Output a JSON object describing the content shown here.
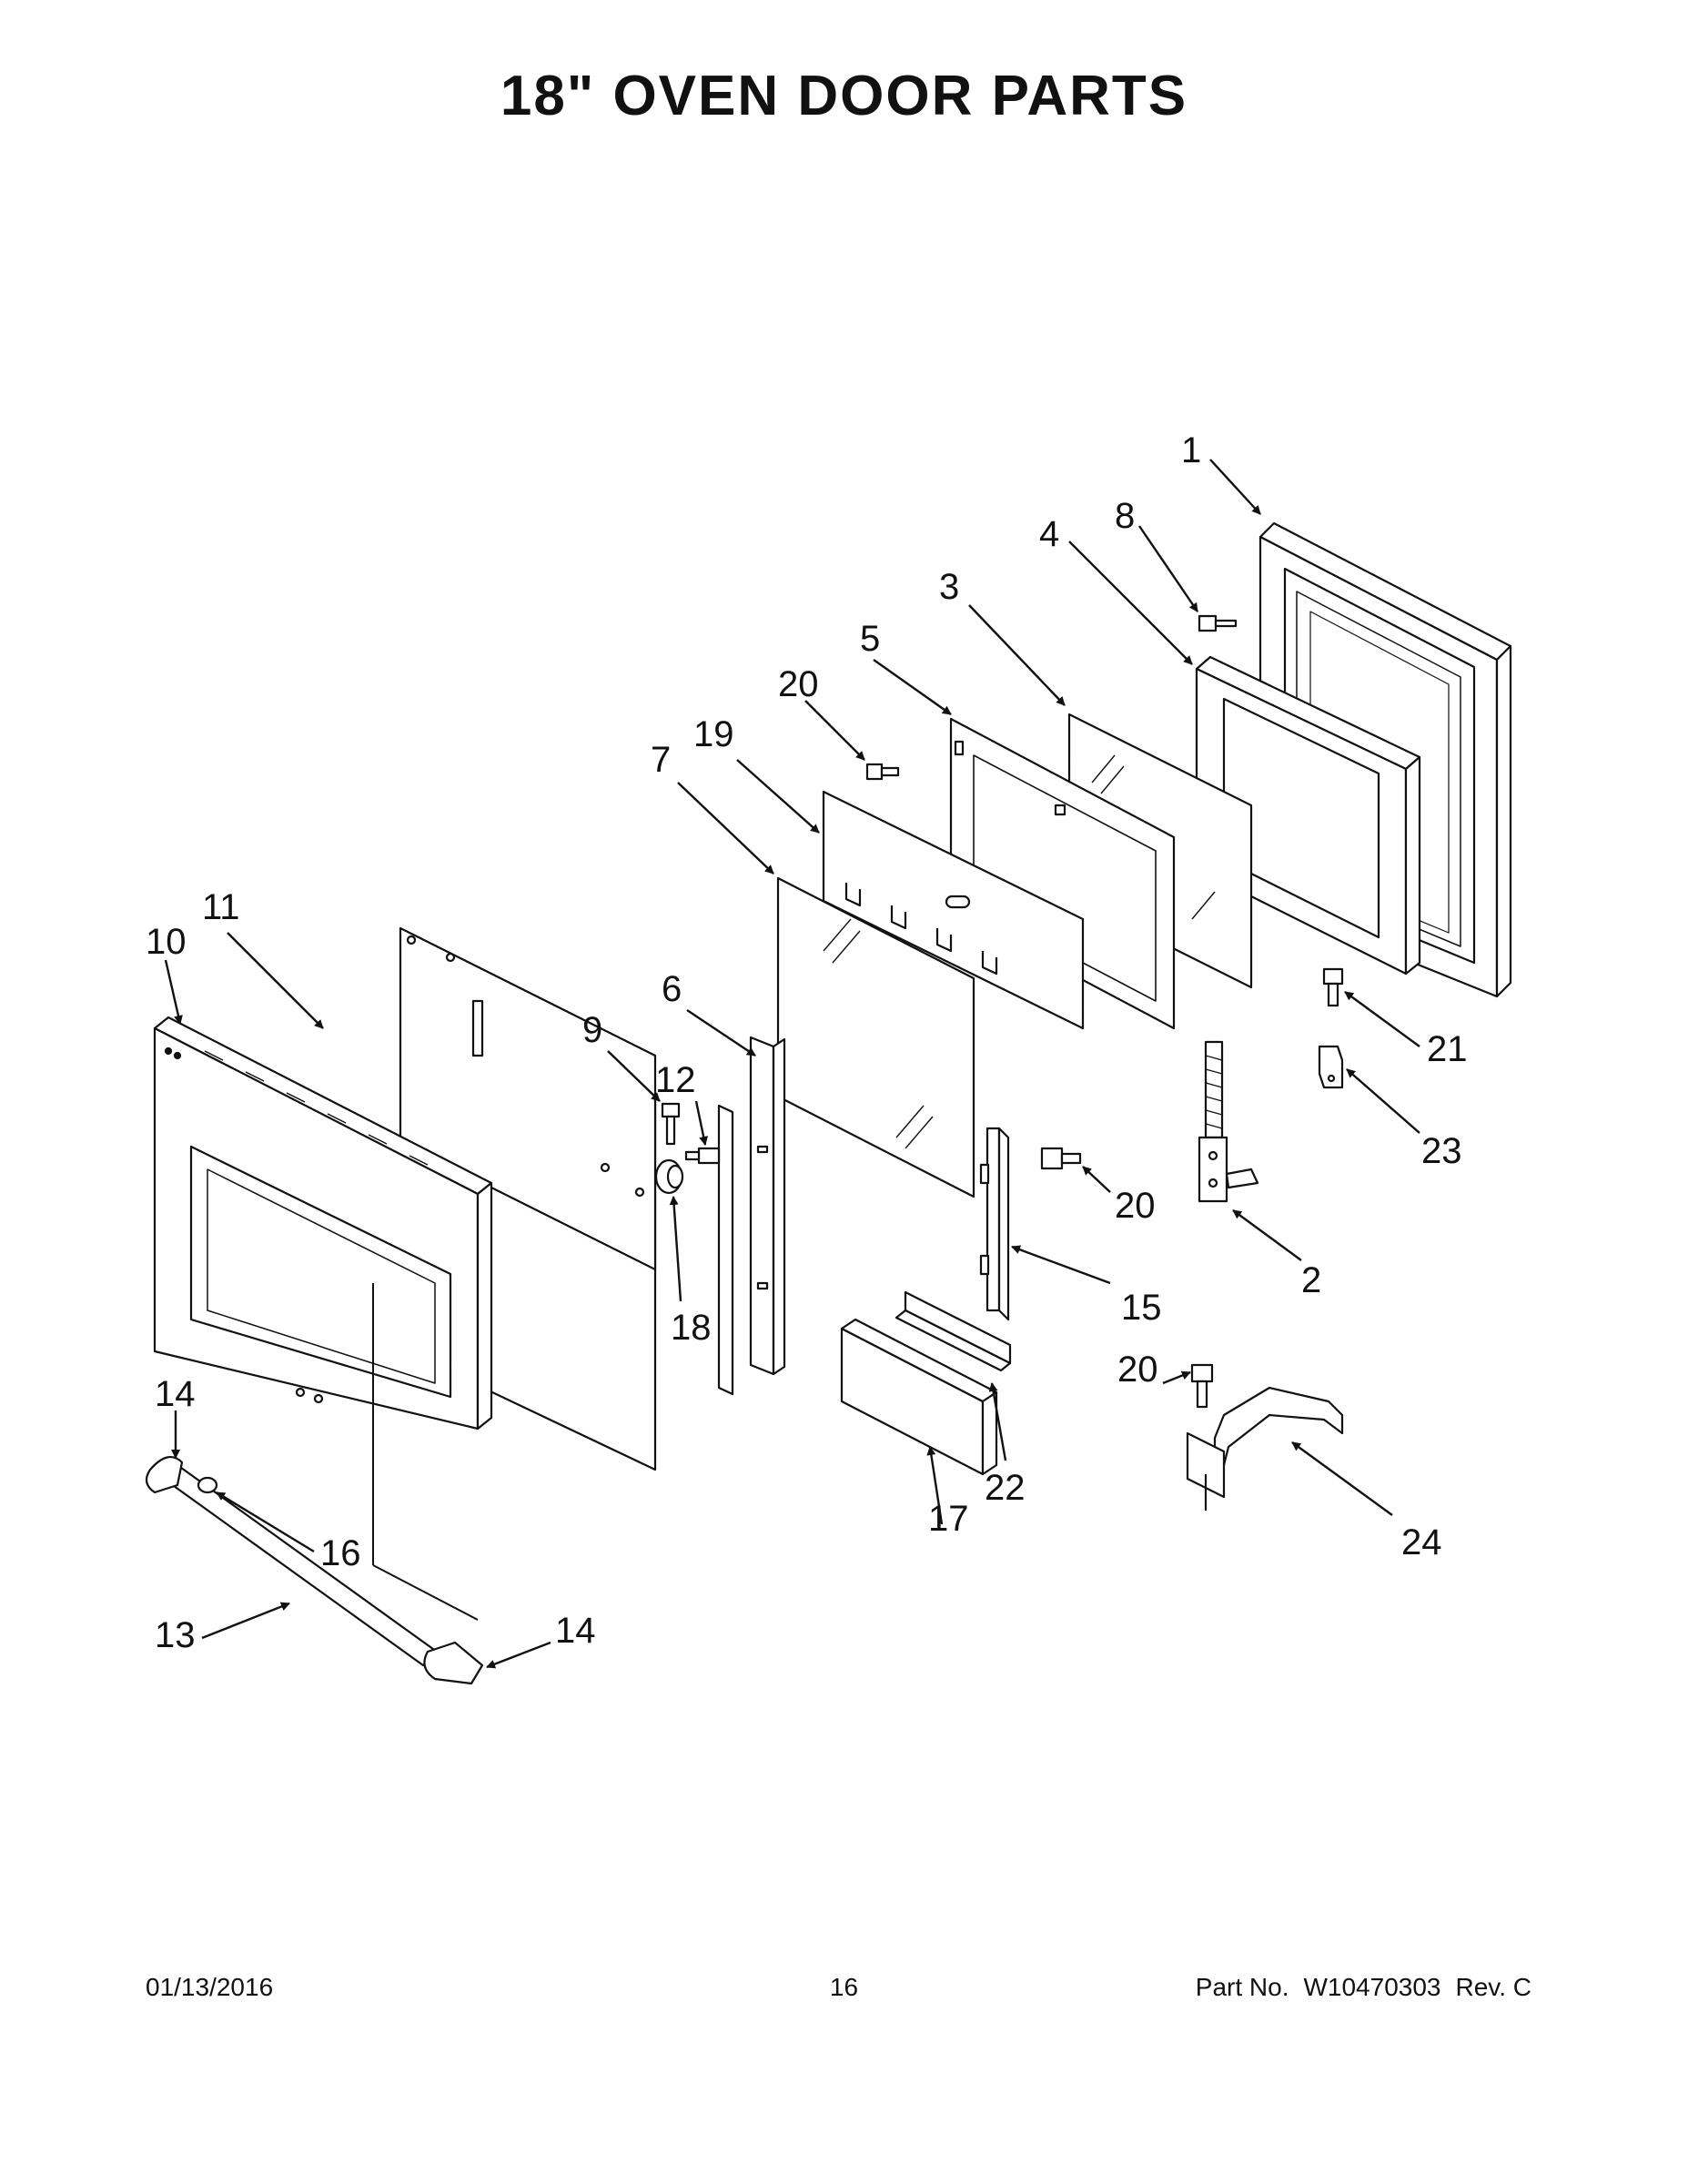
{
  "page": {
    "title": "18\" OVEN DOOR PARTS"
  },
  "callouts": [
    {
      "id": "c1",
      "label": "1"
    },
    {
      "id": "c8",
      "label": "8"
    },
    {
      "id": "c4",
      "label": "4"
    },
    {
      "id": "c3",
      "label": "3"
    },
    {
      "id": "c5",
      "label": "5"
    },
    {
      "id": "c20a",
      "label": "20"
    },
    {
      "id": "c19",
      "label": "19"
    },
    {
      "id": "c7",
      "label": "7"
    },
    {
      "id": "c11",
      "label": "11"
    },
    {
      "id": "c10",
      "label": "10"
    },
    {
      "id": "c6",
      "label": "6"
    },
    {
      "id": "c9",
      "label": "9"
    },
    {
      "id": "c12",
      "label": "12"
    },
    {
      "id": "c18",
      "label": "18"
    },
    {
      "id": "c21",
      "label": "21"
    },
    {
      "id": "c23",
      "label": "23"
    },
    {
      "id": "c20b",
      "label": "20"
    },
    {
      "id": "c2",
      "label": "2"
    },
    {
      "id": "c15",
      "label": "15"
    },
    {
      "id": "c20c",
      "label": "20"
    },
    {
      "id": "c24",
      "label": "24"
    },
    {
      "id": "c22",
      "label": "22"
    },
    {
      "id": "c17",
      "label": "17"
    },
    {
      "id": "c14a",
      "label": "14"
    },
    {
      "id": "c16",
      "label": "16"
    },
    {
      "id": "c13",
      "label": "13"
    },
    {
      "id": "c14b",
      "label": "14"
    }
  ],
  "footer": {
    "date": "01/13/2016",
    "page_number": "16",
    "part_no_label": "Part No.",
    "part_no": "W10470303",
    "revision": "Rev.  C"
  }
}
